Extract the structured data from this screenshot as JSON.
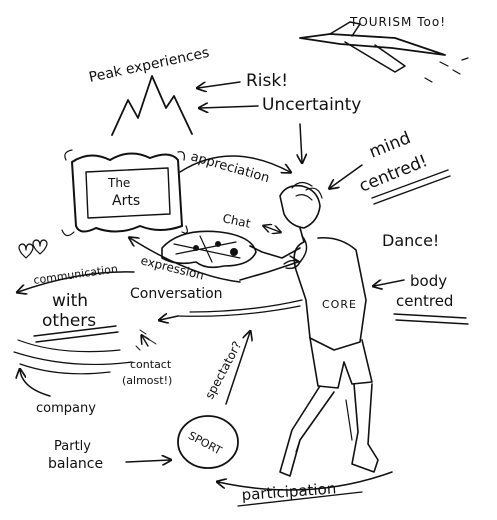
{
  "labels": {
    "tourism": "TOURISM Too!",
    "peak": "Peak experiences",
    "risk": "Risk!",
    "uncertainty": "Uncertainty",
    "mind": "mind",
    "centred": "centred!",
    "appreciation": "appreciation",
    "the": "The",
    "arts": "Arts",
    "chat": "Chat",
    "dance": "Dance!",
    "communication": "communication",
    "expression": "expression",
    "body": "body",
    "body_centred": "centred",
    "with": "with",
    "others": "others",
    "conversation": "Conversation",
    "core": "CORE",
    "spectator": "spectator?",
    "contact": "contact",
    "almost": "(almost!)",
    "company": "company",
    "partly": "Partly",
    "balance": "balance",
    "sport": "SPORT",
    "participation": "participation"
  },
  "ink_color": "#111111"
}
